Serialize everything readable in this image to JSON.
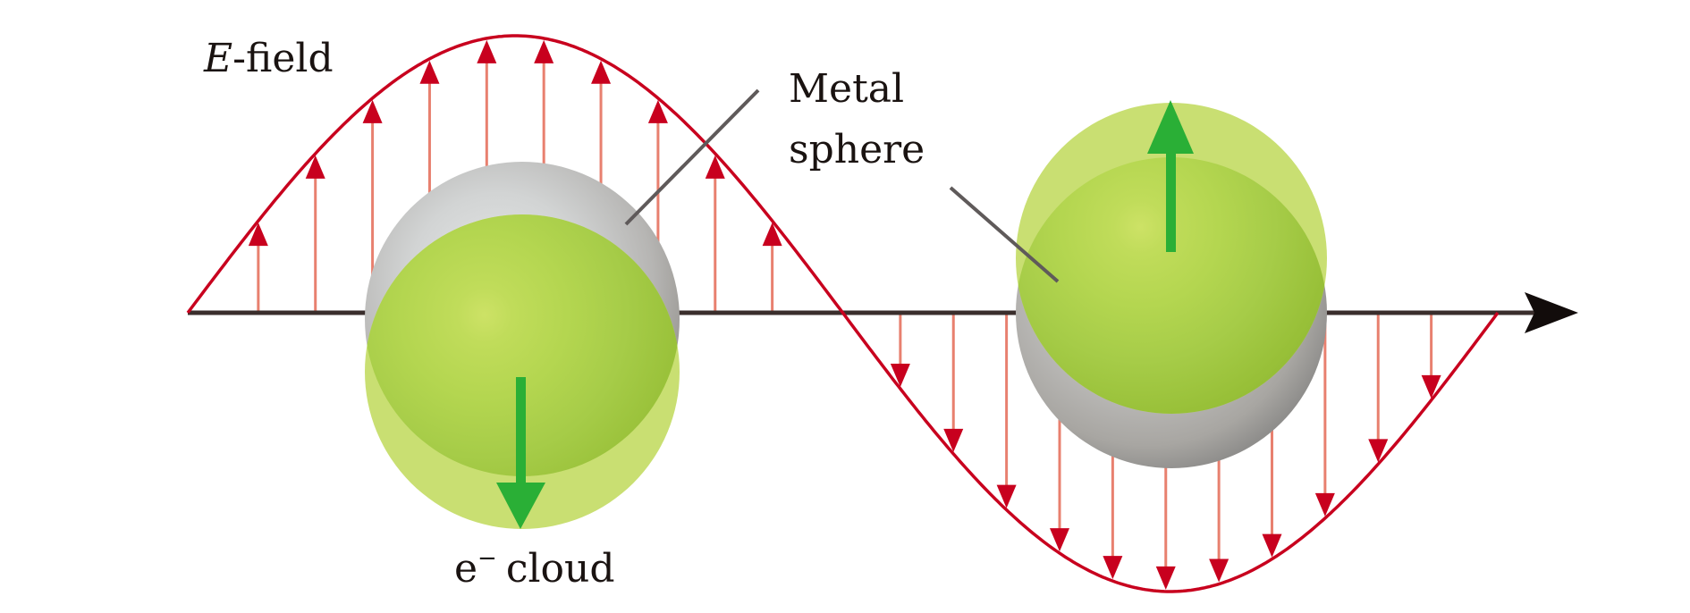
{
  "labels": {
    "efield_symbol": "E",
    "efield_suffix": "-field",
    "metal_line1": "Metal",
    "metal_line2": "sphere",
    "cloud_base": "e",
    "cloud_sup": "−",
    "cloud_word": "cloud"
  },
  "wave": {
    "cycles": 1,
    "positive_half_arrow_count": 10,
    "negative_half_arrow_count": 11,
    "positive_arrow_direction": "up",
    "negative_arrow_direction": "down"
  },
  "spheres": [
    {
      "id": "left",
      "electron_cloud_displacement": "down",
      "field_phase": "positive"
    },
    {
      "id": "right",
      "electron_cloud_displacement": "up",
      "field_phase": "negative"
    }
  ],
  "colors": {
    "field": "#c8001e",
    "field_shaft": "#e8806f",
    "axis": "#3a2e2c",
    "cloud_light": "#c9df72",
    "cloud_mid": "#a8cf4a",
    "cloud_dark": "#96bf34",
    "cloud_center": "#cde266",
    "metal_light": "#d6d8d8",
    "metal_mid": "#bcbcba",
    "metal_dark": "#9c9a96",
    "displacement_arrow": "#2aaf36",
    "pointer": "#5f5a5a",
    "text": "#1a1311"
  }
}
